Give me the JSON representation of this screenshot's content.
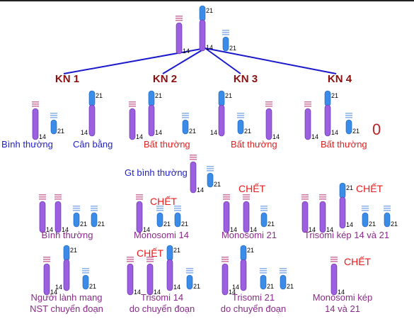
{
  "colors": {
    "chr14": "#9b5fe0",
    "chr21": "#3a8ce8",
    "band14": "#d07aa6",
    "band21": "#8fb4ea",
    "line": "#1a1acc",
    "kn": "#8b0f0f",
    "blue_text": "#1f1fc8",
    "red_text": "#dd2222",
    "purple_text": "#8a2b8a"
  },
  "chromosome_numbers": {
    "c14": "14",
    "c21": "21"
  },
  "crosses": [
    {
      "label": "KN 1"
    },
    {
      "label": "KN 2"
    },
    {
      "label": "KN 3"
    },
    {
      "label": "KN 4"
    }
  ],
  "gamete_results": {
    "kn1_a": "Bình thường",
    "kn1_b": "Cân bằng",
    "kn2": "Bất thường",
    "kn3": "Bất thường",
    "kn4": "Bất thường",
    "zero": "0"
  },
  "normal_gamete_label": "Gt bình thường",
  "dead_label": "CHẾT",
  "outcomes_row1": [
    {
      "label": "Bình thường"
    },
    {
      "label": "Monosomi 14"
    },
    {
      "label": "Monosomi 21"
    },
    {
      "label": "Trisomi kép 14 và 21"
    }
  ],
  "outcomes_row2": [
    {
      "line1": "Người lành mang",
      "line2": "NST chuyển đoạn"
    },
    {
      "line1": "Trisomi 14",
      "line2": "do chuyển đoạn"
    },
    {
      "line1": "Trisomi 21",
      "line2": "do chuyển đoạn"
    },
    {
      "line1": "Monosomi kép",
      "line2": "14 và 21"
    }
  ]
}
